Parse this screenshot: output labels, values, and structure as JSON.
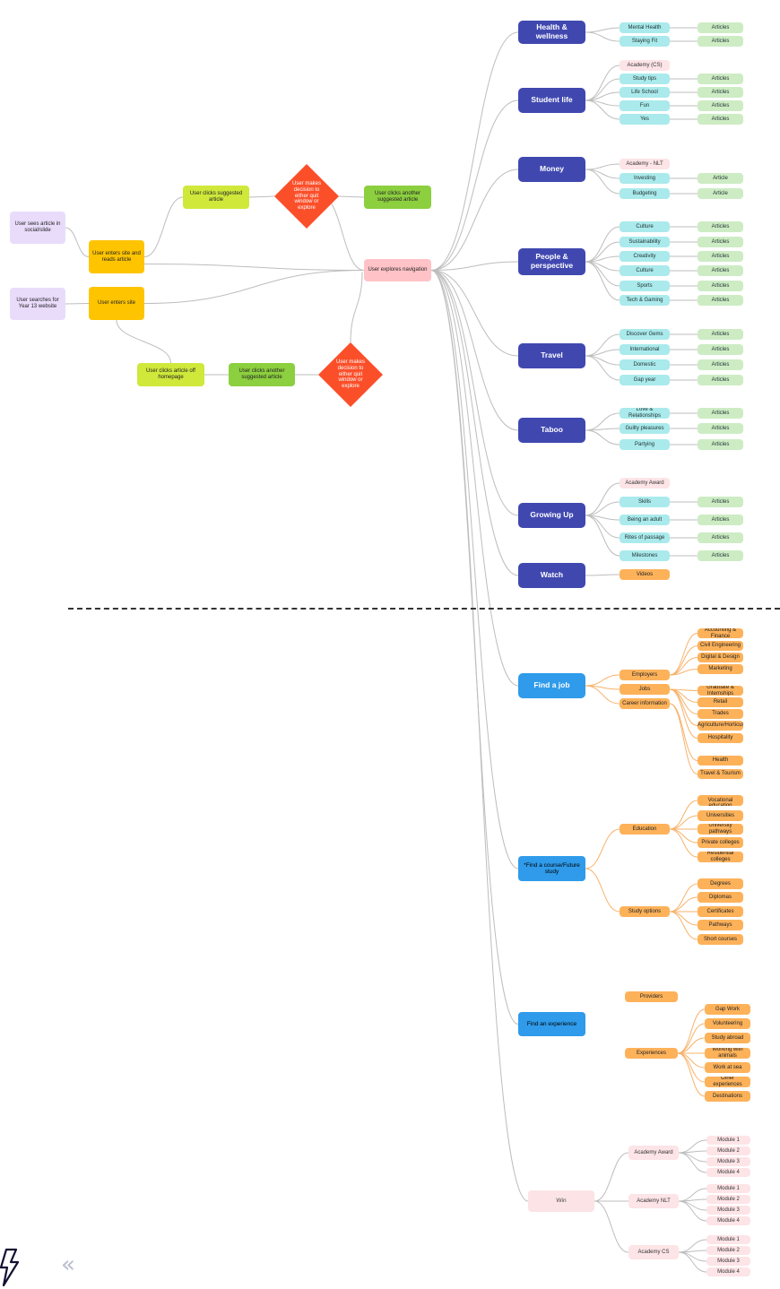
{
  "journey": {
    "social_start": "User sees article in social/slide",
    "search_start": "User searches for Year 13 website",
    "enter_article": "User enters site and reads article",
    "enter_site": "User enters site",
    "clicks_suggested_1": "User clicks suggested article",
    "decision_1": "User makes decision to either quit window or explore",
    "clicks_another_1": "User clicks another suggested article",
    "explores_nav": "User explores navigation",
    "clicks_homepage": "User clicks article off homepage",
    "clicks_another_2": "User clicks another suggested article",
    "decision_2": "User makes decision to either quit window or explore"
  },
  "categories": {
    "health": {
      "label": "Health & wellness",
      "children": [
        {
          "label": "Mental Health",
          "leaf": "Articles"
        },
        {
          "label": "Staying Fit",
          "leaf": "Articles"
        }
      ]
    },
    "student": {
      "label": "Student life",
      "children": [
        {
          "label": "Academy (CS)"
        },
        {
          "label": "Study tips",
          "leaf": "Articles"
        },
        {
          "label": "Life School",
          "leaf": "Articles"
        },
        {
          "label": "Fun",
          "leaf": "Articles"
        },
        {
          "label": "Yes",
          "leaf": "Articles"
        }
      ]
    },
    "money": {
      "label": "Money",
      "children": [
        {
          "label": "Academy - NLT"
        },
        {
          "label": "Investing",
          "leaf": "Article"
        },
        {
          "label": "Budgeting",
          "leaf": "Article"
        }
      ]
    },
    "people": {
      "label": "People & perspective",
      "children": [
        {
          "label": "Culture",
          "leaf": "Articles"
        },
        {
          "label": "Sustainability",
          "leaf": "Articles"
        },
        {
          "label": "Creativity",
          "leaf": "Articles"
        },
        {
          "label": "Culture",
          "leaf": "Articles"
        },
        {
          "label": "Sports",
          "leaf": "Articles"
        },
        {
          "label": "Tech & Gaming",
          "leaf": "Articles"
        }
      ]
    },
    "travel": {
      "label": "Travel",
      "children": [
        {
          "label": "Discover Gems",
          "leaf": "Articles"
        },
        {
          "label": "International",
          "leaf": "Articles"
        },
        {
          "label": "Domestic",
          "leaf": "Articles"
        },
        {
          "label": "Gap year",
          "leaf": "Articles"
        }
      ]
    },
    "taboo": {
      "label": "Taboo",
      "children": [
        {
          "label": "Love & Relationships",
          "leaf": "Articles"
        },
        {
          "label": "Guilty pleasures",
          "leaf": "Articles"
        },
        {
          "label": "Partying",
          "leaf": "Articles"
        }
      ]
    },
    "growing": {
      "label": "Growing Up",
      "children": [
        {
          "label": "Academy Award"
        },
        {
          "label": "Skills",
          "leaf": "Articles"
        },
        {
          "label": "Being an adult",
          "leaf": "Articles"
        },
        {
          "label": "Rites of passage",
          "leaf": "Articles"
        },
        {
          "label": "Milestones",
          "leaf": "Articles"
        }
      ]
    },
    "watch": {
      "label": "Watch",
      "children": [
        {
          "label": "Videos"
        }
      ]
    }
  },
  "job": {
    "label": "Find a job",
    "children": [
      "Employers",
      "Jobs",
      "Career information"
    ],
    "leaves": [
      "Accounting & Finance",
      "Civil Engineering",
      "Digital & Design",
      "Marketing",
      "Graduate & Internships",
      "Retail",
      "Trades",
      "Vet/Agriculture/Horticulture",
      "Hospitality",
      "Health",
      "Travel & Tourism"
    ]
  },
  "course": {
    "label": "*Find a course/Future study",
    "children": [
      "Education",
      "Study options"
    ],
    "education_leaves": [
      "TAFE & Vocational education",
      "Universities",
      "University pathways",
      "Private colleges",
      "Residential colleges"
    ],
    "study_leaves": [
      "Degrees",
      "Diplomas",
      "Certificates",
      "Pathways",
      "Short courses"
    ]
  },
  "experience": {
    "label": "Find an experience",
    "children": [
      "Providers",
      "Experiences"
    ],
    "leaves": [
      "Gap Work",
      "Volunteering",
      "Study abroad",
      "Working with animals",
      "Work at sea",
      "Other experiences",
      "Destinations"
    ]
  },
  "win": {
    "label": "Win",
    "children": [
      "Academy Award",
      "Academy NLT",
      "Academy CS"
    ],
    "modules": [
      "Module 1",
      "Module 2",
      "Module 3",
      "Module 4"
    ]
  },
  "colors": {
    "category": "#4048b0",
    "section": "#2f9bea",
    "decision": "#fb4f2a",
    "connector": "#bdbdbd",
    "orange_connector": "#f7b26a"
  },
  "icons": {
    "bolt": "bolt-icon",
    "collapse": "double-chevron-left-icon"
  }
}
